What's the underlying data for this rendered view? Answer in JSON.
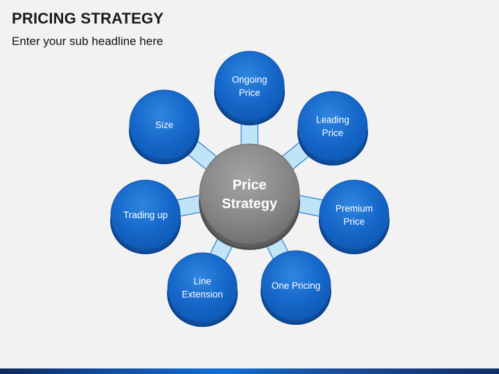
{
  "slide": {
    "title": "PRICING STRATEGY",
    "subtitle": "Enter your sub headline here"
  },
  "diagram": {
    "hub": {
      "lines": [
        "Price",
        "Strategy"
      ]
    },
    "nodes": [
      {
        "id": "ongoing-price",
        "lines": [
          "Ongoing",
          "Price"
        ]
      },
      {
        "id": "leading-price",
        "lines": [
          "Leading",
          "Price"
        ]
      },
      {
        "id": "premium-price",
        "lines": [
          "Premium",
          "Price"
        ]
      },
      {
        "id": "one-pricing",
        "lines": [
          "One Pricing"
        ]
      },
      {
        "id": "line-extension",
        "lines": [
          "Line",
          "Extension"
        ]
      },
      {
        "id": "trading-up",
        "lines": [
          "Trading up"
        ]
      },
      {
        "id": "size",
        "lines": [
          "Size"
        ]
      }
    ],
    "colors": {
      "node_fill": "#1566c8",
      "node_edge": "#0d4d9e",
      "connector": "#bfe3f7",
      "connector_edge": "#2a7fd0",
      "hub_fill": "#8a8a8a",
      "hub_edge": "#5e5e5e"
    }
  }
}
